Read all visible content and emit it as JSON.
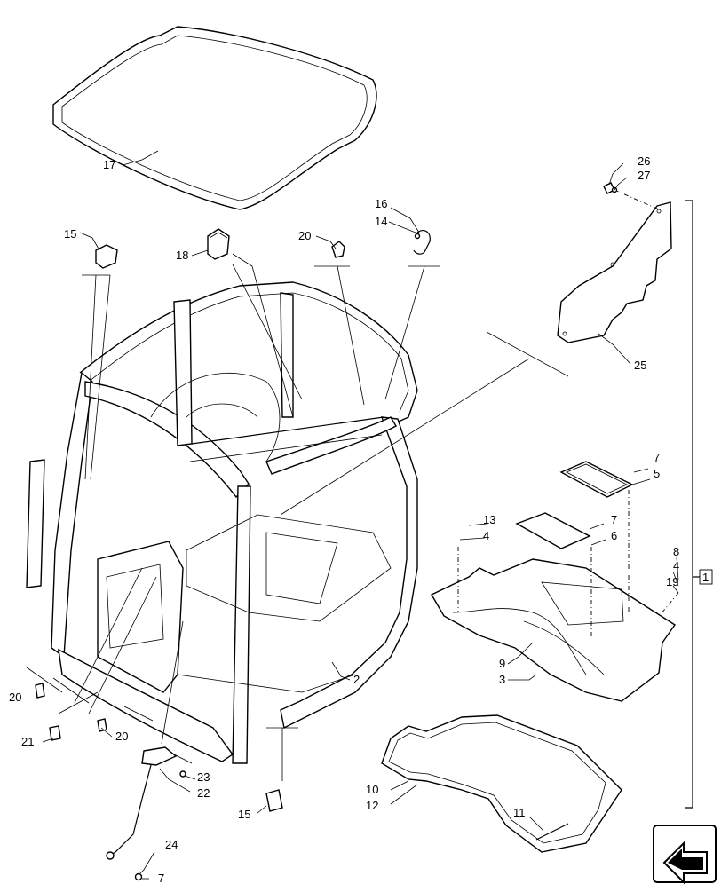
{
  "callouts": [
    {
      "id": "c17a",
      "text": "17"
    },
    {
      "id": "c15a",
      "text": "15"
    },
    {
      "id": "c18",
      "text": "18"
    },
    {
      "id": "c20a",
      "text": "20"
    },
    {
      "id": "c16",
      "text": "16"
    },
    {
      "id": "c14",
      "text": "14"
    },
    {
      "id": "c26",
      "text": "26"
    },
    {
      "id": "c27",
      "text": "27"
    },
    {
      "id": "c25",
      "text": "25"
    },
    {
      "id": "c7a",
      "text": "7"
    },
    {
      "id": "c5",
      "text": "5"
    },
    {
      "id": "c13",
      "text": "13"
    },
    {
      "id": "c4a",
      "text": "4"
    },
    {
      "id": "c7b",
      "text": "7"
    },
    {
      "id": "c6",
      "text": "6"
    },
    {
      "id": "c8",
      "text": "8"
    },
    {
      "id": "c4b",
      "text": "4"
    },
    {
      "id": "c19",
      "text": "19"
    },
    {
      "id": "c1",
      "text": "1"
    },
    {
      "id": "c9",
      "text": "9"
    },
    {
      "id": "c3",
      "text": "3"
    },
    {
      "id": "c2",
      "text": "2"
    },
    {
      "id": "c20b",
      "text": "20"
    },
    {
      "id": "c21",
      "text": "21"
    },
    {
      "id": "c20c",
      "text": "20"
    },
    {
      "id": "c23",
      "text": "23"
    },
    {
      "id": "c22",
      "text": "22"
    },
    {
      "id": "c15b",
      "text": "15"
    },
    {
      "id": "c10",
      "text": "10"
    },
    {
      "id": "c12",
      "text": "12"
    },
    {
      "id": "c11",
      "text": "11"
    },
    {
      "id": "c24",
      "text": "24"
    },
    {
      "id": "c7c",
      "text": "7"
    }
  ],
  "icons": {
    "nav": "next-page-arrow-icon"
  }
}
